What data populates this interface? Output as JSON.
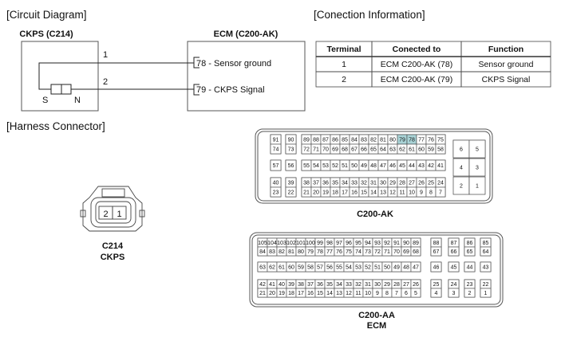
{
  "circuit": {
    "section_title": "[Circuit Diagram]",
    "sensor_title": "CKPS (C214)",
    "ecm_title": "ECM (C200-AK)",
    "wire1_label": "1",
    "wire2_label": "2",
    "pole_s": "S",
    "pole_n": "N",
    "pin78_label": "78 - Sensor ground",
    "pin79_label": "79 - CKPS Signal"
  },
  "connection": {
    "section_title": "[Conection Information]",
    "headers": [
      "Terminal",
      "Conected to",
      "Function"
    ],
    "rows": [
      [
        "1",
        "ECM C200-AK (78)",
        "Sensor ground"
      ],
      [
        "2",
        "ECM C200-AK (79)",
        "CKPS Signal"
      ]
    ]
  },
  "harness": {
    "section_title": "[Harness Connector]",
    "c214": {
      "pins": [
        "2",
        "1"
      ],
      "name": "C214",
      "caption": "CKPS"
    },
    "c200ak": {
      "name": "C200-AK",
      "highlight_color": "#a9d3d6",
      "highlighted_pins": [
        "79",
        "78"
      ],
      "top_a": [
        [
          "91"
        ],
        [
          "74"
        ]
      ],
      "top_b": [
        [
          "90"
        ],
        [
          "73"
        ]
      ],
      "top_main": [
        [
          "89",
          "88",
          "87",
          "86",
          "85",
          "84",
          "83",
          "82",
          "81",
          "80",
          "79",
          "78",
          "77",
          "76",
          "75"
        ],
        [
          "72",
          "71",
          "70",
          "69",
          "68",
          "67",
          "66",
          "65",
          "64",
          "63",
          "62",
          "61",
          "60",
          "59",
          "58"
        ]
      ],
      "mid_a": [
        [
          "57"
        ]
      ],
      "mid_b": [
        [
          "56"
        ]
      ],
      "mid_main": [
        [
          "55",
          "54",
          "53",
          "52",
          "51",
          "50",
          "49",
          "48",
          "47",
          "46",
          "45",
          "44",
          "43",
          "42",
          "41"
        ]
      ],
      "bot_a": [
        [
          "40"
        ],
        [
          "23"
        ]
      ],
      "bot_b": [
        [
          "39"
        ],
        [
          "22"
        ]
      ],
      "bot_main": [
        [
          "38",
          "37",
          "36",
          "35",
          "34",
          "33",
          "32",
          "31",
          "30",
          "29",
          "28",
          "27",
          "26",
          "25",
          "24"
        ],
        [
          "21",
          "20",
          "19",
          "18",
          "17",
          "16",
          "15",
          "14",
          "13",
          "12",
          "11",
          "10",
          "9",
          "8",
          "7"
        ]
      ],
      "right": [
        [
          "6",
          "5"
        ],
        [
          "4",
          "3"
        ],
        [
          "2",
          "1"
        ]
      ]
    },
    "c200aa": {
      "name": "C200-AA",
      "caption": "ECM",
      "top_main": [
        [
          "105",
          "104",
          "103",
          "102",
          "101",
          "100",
          "99",
          "98",
          "97",
          "96",
          "95",
          "94",
          "93",
          "92",
          "91",
          "90",
          "89"
        ],
        [
          "84",
          "83",
          "82",
          "81",
          "80",
          "79",
          "78",
          "77",
          "76",
          "75",
          "74",
          "73",
          "72",
          "71",
          "70",
          "69",
          "68"
        ]
      ],
      "mid_main": [
        [
          "63",
          "62",
          "61",
          "60",
          "59",
          "58",
          "57",
          "56",
          "55",
          "54",
          "53",
          "52",
          "51",
          "50",
          "49",
          "48",
          "47"
        ]
      ],
      "bot_main": [
        [
          "42",
          "41",
          "40",
          "39",
          "38",
          "37",
          "36",
          "35",
          "34",
          "33",
          "32",
          "31",
          "30",
          "29",
          "28",
          "27",
          "26"
        ],
        [
          "21",
          "20",
          "19",
          "18",
          "17",
          "16",
          "15",
          "14",
          "13",
          "12",
          "11",
          "10",
          "9",
          "8",
          "7",
          "6",
          "5"
        ]
      ],
      "top_right": [
        [
          "88",
          "67"
        ],
        [
          "87",
          "66"
        ],
        [
          "86",
          "65"
        ],
        [
          "85",
          "64"
        ]
      ],
      "mid_right": [
        [
          "46"
        ],
        [
          "45"
        ],
        [
          "44"
        ],
        [
          "43"
        ]
      ],
      "bot_right": [
        [
          "25",
          "4"
        ],
        [
          "24",
          "3"
        ],
        [
          "23",
          "2"
        ],
        [
          "22",
          "1"
        ]
      ]
    }
  }
}
